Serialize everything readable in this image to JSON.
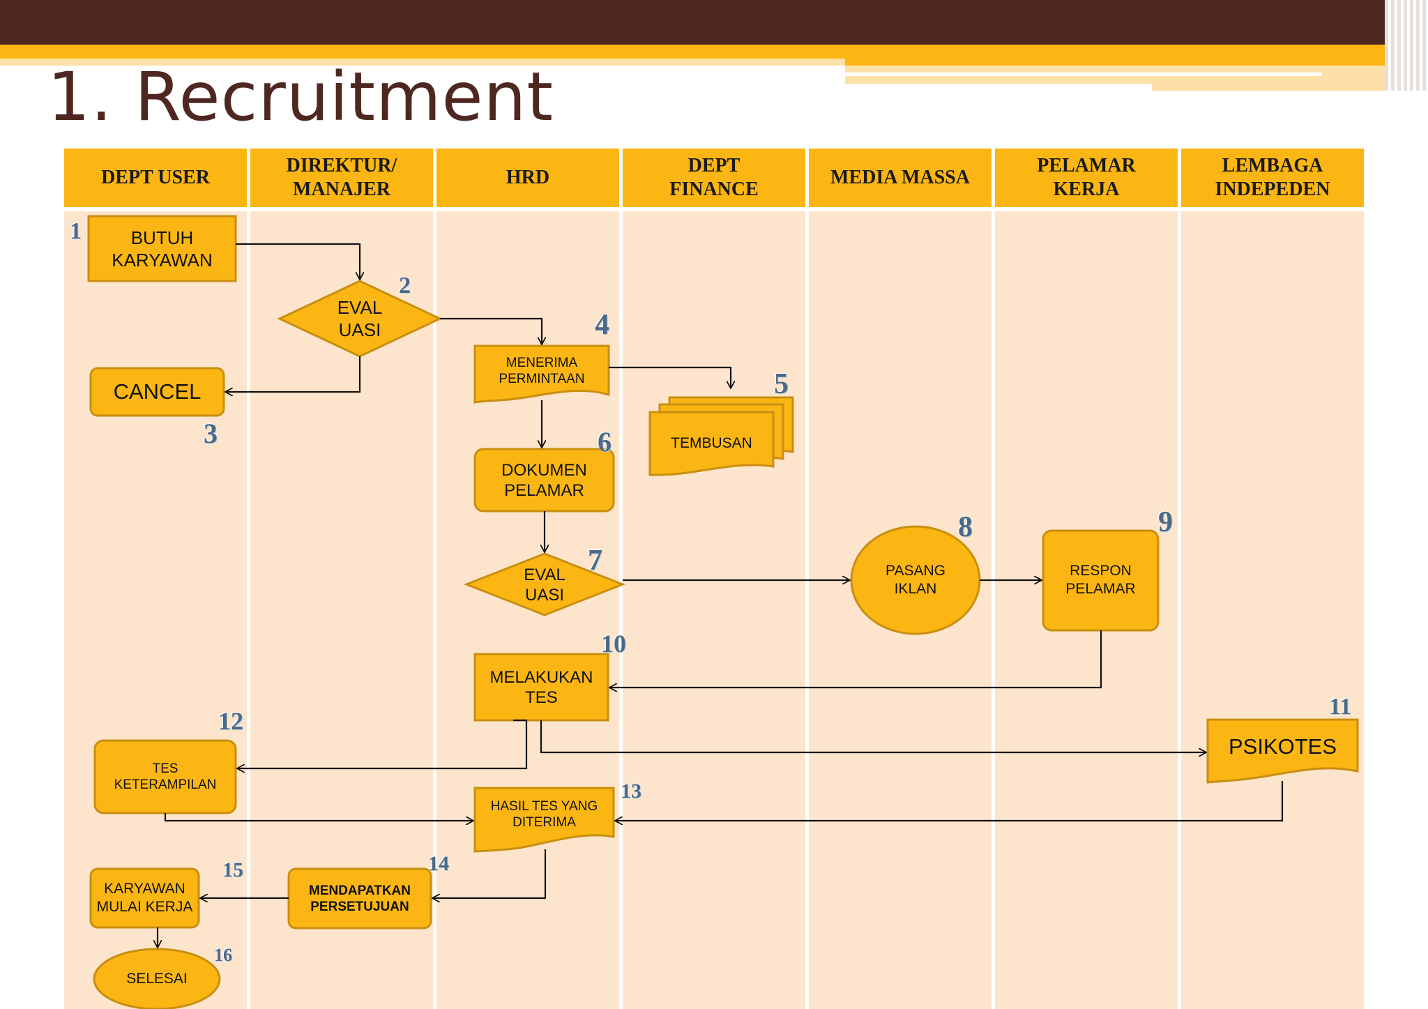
{
  "slide": {
    "title": "1. Recruitment"
  },
  "theme": {
    "header_bar": "#4e2820",
    "accent_gold": "#fbb614",
    "lane_fill": "#fde5cd",
    "node_fill": "#fbb614",
    "node_border": "#c98e10",
    "step_number": "#4a6a88"
  },
  "lanes": [
    {
      "name": "DEPT USER"
    },
    {
      "name": "DIREKTUR/\nMANAJER"
    },
    {
      "name": "HRD"
    },
    {
      "name": "DEPT\nFINANCE"
    },
    {
      "name": "MEDIA MASSA"
    },
    {
      "name": "PELAMAR\nKERJA"
    },
    {
      "name": "LEMBAGA\nINDEPEDEN"
    }
  ],
  "steps": [
    {
      "number": "1",
      "label": "BUTUH\nKARYAWAN",
      "shape": "process"
    },
    {
      "number": "2",
      "label": "EVAL\nUASI",
      "shape": "decision"
    },
    {
      "number": "3",
      "label": "CANCEL",
      "shape": "rounded-process"
    },
    {
      "number": "4",
      "label": "MENERIMA\nPERMINTAAN",
      "shape": "document"
    },
    {
      "number": "5",
      "label": "TEMBUSAN",
      "shape": "multi-document"
    },
    {
      "number": "6",
      "label": "DOKUMEN\nPELAMAR",
      "shape": "rounded-process"
    },
    {
      "number": "7",
      "label": "EVAL\nUASI",
      "shape": "decision"
    },
    {
      "number": "8",
      "label": "PASANG\nIKLAN",
      "shape": "ellipse"
    },
    {
      "number": "9",
      "label": "RESPON\nPELAMAR",
      "shape": "rounded-process"
    },
    {
      "number": "10",
      "label": "MELAKUKAN\nTES",
      "shape": "process"
    },
    {
      "number": "11",
      "label": "PSIKOTES",
      "shape": "document"
    },
    {
      "number": "12",
      "label": "TES\nKETERAMPILAN",
      "shape": "rounded-process"
    },
    {
      "number": "13",
      "label": "HASIL TES YANG\nDITERIMA",
      "shape": "document"
    },
    {
      "number": "14",
      "label": "MENDAPATKAN\nPERSETUJUAN",
      "shape": "rounded-process"
    },
    {
      "number": "15",
      "label": "KARYAWAN\nMULAI KERJA",
      "shape": "rounded-process"
    },
    {
      "number": "16",
      "label": "SELESAI",
      "shape": "ellipse"
    }
  ],
  "connections": [
    [
      "1",
      "2"
    ],
    [
      "2",
      "4"
    ],
    [
      "2",
      "3"
    ],
    [
      "4",
      "5"
    ],
    [
      "4",
      "6"
    ],
    [
      "6",
      "7"
    ],
    [
      "7",
      "8"
    ],
    [
      "8",
      "9"
    ],
    [
      "9",
      "10"
    ],
    [
      "10",
      "12"
    ],
    [
      "10",
      "11"
    ],
    [
      "12",
      "13"
    ],
    [
      "11",
      "13"
    ],
    [
      "13",
      "14"
    ],
    [
      "14",
      "15"
    ],
    [
      "15",
      "16"
    ]
  ]
}
